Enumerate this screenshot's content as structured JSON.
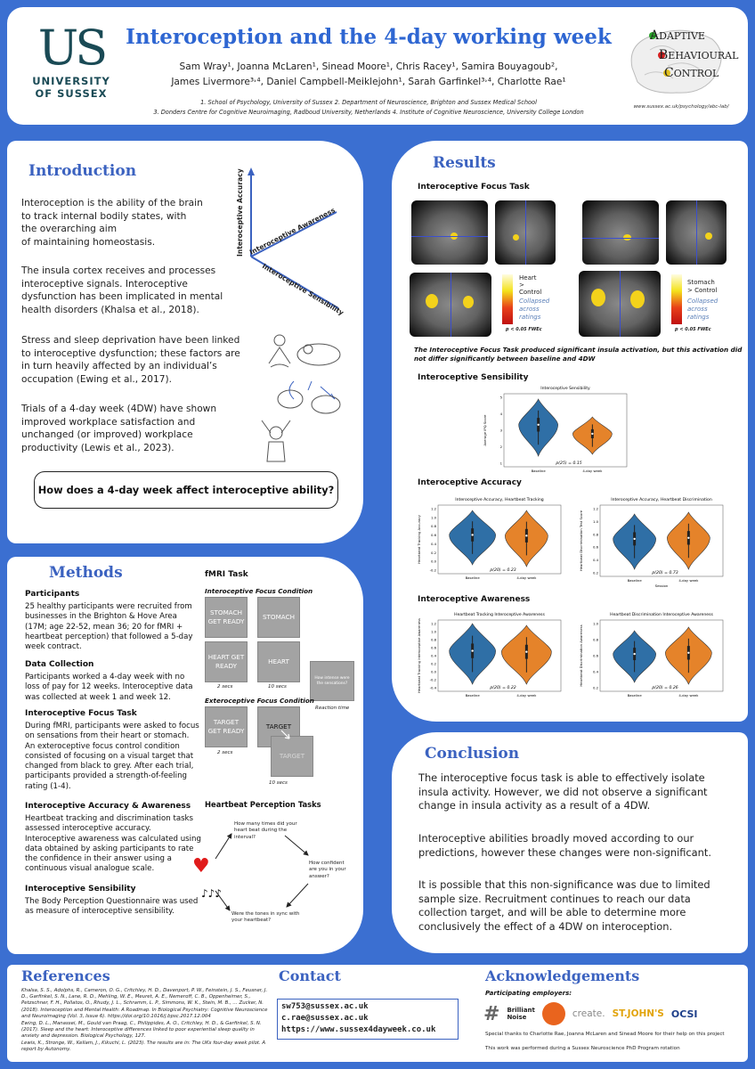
{
  "header": {
    "logo_us": "US",
    "logo_uni": "UNIVERSITY\nOF SUSSEX",
    "title": "Interoception and the 4-day working week",
    "authors_line1": "Sam Wray¹,  Joanna McLaren¹,  Sinead Moore¹,  Chris Racey¹,  Samira Bouyagoub²,",
    "authors_line2": "James Livermore³˒⁴,  Daniel Campbell-Meiklejohn¹,  Sarah Garfinkel³˒⁴,  Charlotte Rae¹",
    "affil_line1": "1. School of Psychology, University of Sussex 2. Department of Neuroscience, Brighton and Sussex Medical School",
    "affil_line2": "3. Donders Centre for Cognitive Neuroimaging, Radboud University, Netherlands 4. Institute of Cognitive Neuroscience, University College London",
    "abc_lines": [
      "A",
      "DAPTIVE",
      "B",
      "EHAVIOURAL",
      "C",
      "ONTROL"
    ],
    "abc_url": "www.sussex.ac.uk/psychology/abc-lab/"
  },
  "introduction": {
    "title": "Introduction",
    "p1": "Interoception is the ability of the brain\nto track internal bodily states, with\nthe overarching aim\nof maintaining homeostasis.",
    "p2": "The insula cortex receives and processes\ninteroceptive signals. Interoceptive\ndysfunction has been implicated in mental\nhealth disorders (Khalsa et al., 2018).",
    "p3": "Stress and sleep deprivation have been linked\nto interoceptive dysfunction; these factors are\nin turn heavily affected by an individual’s\noccupation (Ewing et al., 2017).",
    "p4": "Trials of a 4-day week (4DW) have shown\nimproved workplace satisfaction and\nunchanged (or improved) workplace\nproductivity  (Lewis et al., 2023).",
    "question": "How does a 4-day week affect interoceptive ability?",
    "axis_accuracy": "Interoceptive Accuracy",
    "axis_awareness": "Interoceptive Awareness",
    "axis_sensibility": "Interoceptive Sensibility"
  },
  "results": {
    "title": "Results",
    "focus_title": "Interoceptive Focus Task",
    "cbar1_label": "Heart\n>\nControl",
    "cbar1_collapsed": "Collapsed\nacross\nratings",
    "cbar2_label": "Stomach\n> Control",
    "cbar2_collapsed": "Collapsed\nacross\nratings",
    "pval": "p < 0.05 FWEc",
    "focus_caption": "The Interoceptive Focus Task produced significant insula activation, but this activation did not differ significantly between baseline and 4DW",
    "sensibility_title": "Interoceptive Sensibility",
    "accuracy_title": "Interoceptive Accuracy",
    "awareness_title": "Interoceptive Awareness",
    "plots": {
      "sens": {
        "title": "Interoceptive Sensibility",
        "ylabel": "Average IPQ Score",
        "stat": "p(25) = 0.15",
        "x": [
          "Baseline",
          "4-day week"
        ],
        "yticks": [
          "1",
          "2",
          "3",
          "4",
          "5"
        ]
      },
      "acc1": {
        "title": "Interoceptive Accuracy, Heartbeat Tracking",
        "ylabel": "Heartbeat Tracking Accuracy",
        "stat": "p(20) = 0.23",
        "x": [
          "Baseline",
          "4-day week"
        ],
        "yticks": [
          "-0.2",
          "0.0",
          "0.2",
          "0.4",
          "0.6",
          "0.8",
          "1.0",
          "1.2"
        ]
      },
      "acc2": {
        "title": "Interoceptive Accuracy, Heartbeat Discrimination",
        "ylabel": "Heartbeat Discrimination Test Score",
        "stat": "p(20) = 0.73",
        "x": [
          "Baseline",
          "4-day week"
        ],
        "xlabel": "Session",
        "yticks": [
          "0.2",
          "0.4",
          "0.6",
          "0.8",
          "1.0",
          "1.2"
        ]
      },
      "aw1": {
        "title": "Heartbeat Tracking Interoceptive Awareness",
        "ylabel": "Heartbeat Tracking Interoceptive Awareness",
        "stat": "p(20) = 0.22",
        "x": [
          "Baseline",
          "4-day week"
        ],
        "yticks": [
          "-0.4",
          "-0.2",
          "0.0",
          "0.2",
          "0.4",
          "0.6",
          "0.8",
          "1.0",
          "1.2"
        ]
      },
      "aw2": {
        "title": "Heartbeat Discrimination Interoceptive Awareness",
        "ylabel": "Heartbeat Discrimination Awareness",
        "stat": "p(20) = 0.26",
        "x": [
          "Baseline",
          "4-day week"
        ],
        "yticks": [
          "0.2",
          "0.4",
          "0.6",
          "0.8",
          "1.0"
        ]
      }
    },
    "colors": {
      "baseline": "#2f6fa6",
      "fourday": "#e5832a"
    }
  },
  "methods": {
    "title": "Methods",
    "participants_h": "Participants",
    "participants_t": "25 healthy participants were recruited from businesses in the Brighton & Hove Area (17M; age 22-52, mean 36; 20 for fMRI + heartbeat perception) that followed a 5-day week contract.",
    "data_h": "Data Collection",
    "data_t": "Participants worked a 4-day week with no loss of pay for 12 weeks. Interoceptive data was collected at week 1 and week 12.",
    "focus_h": "Interoceptive Focus Task",
    "focus_t": "During fMRI, participants were asked to focus on sensations from their heart or stomach. An exteroceptive focus control condition consisted of focusing on a visual target that changed from black to grey. After each trial, participants provided a strength-of-feeling rating (1-4).",
    "accaw_h": "Interoceptive Accuracy & Awareness",
    "accaw_t": "Heartbeat tracking and discrimination tasks assessed interoceptive accuracy. Interoceptive awareness was calculated using data obtained by asking participants to rate the confidence in their answer using a continuous visual analogue scale.",
    "sens_h": "Interoceptive Sensibility",
    "sens_t": "The Body Perception Questionnaire was used as measure of interoceptive sensibility.",
    "fmri_h": "fMRI Task",
    "intero_cond": "Interoceptive Focus Condition",
    "extero_cond": "Exteroceptive Focus Condition",
    "box_stomach_ready": "STOMACH\nGET READY",
    "box_stomach": "STOMACH",
    "box_heart_ready": "HEART GET\nREADY",
    "box_heart": "HEART",
    "box_rating": "How intense were\nthe sensations?",
    "box_target_ready": "TARGET\nGET READY",
    "box_target": "TARGET",
    "box_target_grey": "TARGET",
    "t2s": "2 secs",
    "t10s": "10 secs",
    "t2s_b": "2 secs",
    "t10s_b": "10 secs",
    "reaction": "Reaction time",
    "hb_h": "Heartbeat Perception Tasks",
    "hb_q1": "How many times did your\nheart beat during the\ninterval?",
    "hb_q2": "How confident\nare you in your\nanswer?",
    "hb_q3": "Were the tones in sync with\nyour heartbeat?",
    "heart_glyph": "♥",
    "notes_glyph": "♪♪♪"
  },
  "conclusion": {
    "title": "Conclusion",
    "p1": "The interoceptive focus task is able to effectively isolate insula activity. However, we did not observe a significant change in insula activity as a result of a 4DW.",
    "p2": "Interoceptive abilities broadly moved according to our predictions, however these changes were non-significant.",
    "p3": "It is possible that this non-significance was due to limited sample size. Recruitment continues to reach our data collection target, and will be able to determine more conclusively the effect of a 4DW on interoception."
  },
  "references": {
    "title": "References",
    "r1": "Khalsa, S. S., Adolphs, R., Cameron, O. G., Critchley, H. D., Davenport, P. W., Feinstein, J. S., Feusner, J. D., Garfinkel, S. N., Lane, R. D., Mehling, W. E., Meuret, A. E., Nemeroff, C. B., Oppenheimer, S., Petzschner, F. H., Pollatos, O., Rhudy, J. L., Schramm, L. P., Simmons, W. K., Stein, M. B., … Zucker, N. (2018). Interoception and Mental Health: A Roadmap. In Biological Psychiatry: Cognitive Neuroscience and Neuroimaging (Vol. 3, Issue 6). https://doi.org/10.1016/j.bpsc.2017.12.004",
    "r2": "Ewing, D. L., Manassei, M., Gould van Praag, C., Philippides, A. O., Critchley, H. D., & Garfinkel, S. N. (2017). Sleep and the heart: Interoceptive differences linked to poor experiential sleep quality in anxiety and depression. Biological Psychology, 127.",
    "r3": "Lewis, K., Stronge, W., Kellam, J., Kikuchi, L. (2023). The results are in: The UKs four-day week pilot. A report by Autonomy."
  },
  "contact": {
    "title": "Contact",
    "email1": "sw753@sussex.ac.uk",
    "email2": "c.rae@sussex.ac.uk",
    "url": "https://www.sussex4dayweek.co.uk"
  },
  "acknowledgements": {
    "title": "Acknowledgements",
    "employers_label": "Participating employers:",
    "logos": [
      "Brilliant\nNoise",
      "create.",
      "ST.JOHN'S",
      "OCSI"
    ],
    "thanks": "Special thanks to Charlotte Rae, Joanna McLaren and Sinead Moore for their help on this project",
    "rotation": "This work was performed during a Sussex Neuroscience PhD Program rotation"
  }
}
